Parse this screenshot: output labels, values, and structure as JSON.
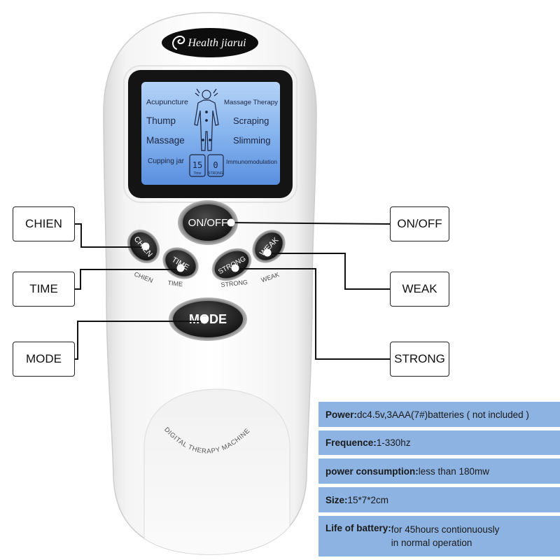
{
  "device": {
    "brand": "Health jiarui",
    "screen": {
      "left": [
        "Acupuncture",
        "Thump",
        "Massage",
        "Cupping jar"
      ],
      "right": [
        "Massage Therapy",
        "Scraping",
        "Slimming",
        "Immunomodulation"
      ],
      "digit_time": "15",
      "digit_time_label": "Time",
      "digit_strength": "0",
      "digit_strength_label": "STRONG"
    },
    "buttons": {
      "on_off": "ON/OFF",
      "chien": "CHIEN",
      "time": "TIME",
      "strong": "STRONG",
      "weak": "WEAK",
      "mode": "MODE"
    },
    "captions": {
      "chien": "CHIEN",
      "time": "TIME",
      "strong": "STRONG",
      "weak": "WEAK"
    },
    "machine_label": "DIGITAL THERAPY MACHINE"
  },
  "callouts": {
    "chien": "CHIEN",
    "time": "TIME",
    "mode": "MODE",
    "on_off": "ON/OFF",
    "weak": "WEAK",
    "strong": "STRONG"
  },
  "specs": [
    {
      "label": "Power:",
      "value": "dc4.5v,3AAA(7#)batteries ( not included )"
    },
    {
      "label": "Frequence:",
      "value": "1-330hz"
    },
    {
      "label": "power consumption:",
      "value": "less than 180mw"
    },
    {
      "label": "Size:",
      "value": "15*7*2cm"
    },
    {
      "label": "Life of battery:",
      "value_lines": [
        "for 45hours contionuously",
        "in normal operation"
      ]
    }
  ],
  "colors": {
    "spec_row_background": "#8db3e2",
    "lcd_screen": "#86b4ee",
    "button": "#141414",
    "icons": {
      "brand_logo": "swirl-icon",
      "body_figure": "human-figure-icon"
    }
  }
}
